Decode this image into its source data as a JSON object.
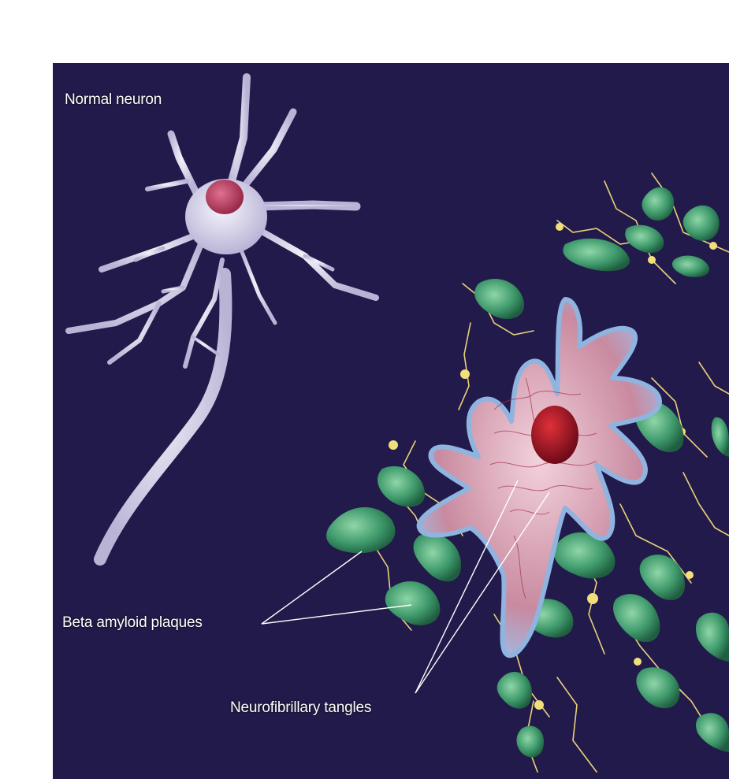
{
  "labels": {
    "normal_neuron": "Normal neuron",
    "beta_amyloid_plaques": "Beta amyloid plaques",
    "neurofibrillary_tangles": "Neurofibrillary tangles"
  },
  "colors": {
    "background": "#221a4a",
    "normal_neuron": "#dcd8ee",
    "nucleus": "#b03a5a",
    "diseased_cell": "#c9849a",
    "diseased_rim": "#8fb4e0",
    "plaque": "#3f9a6c",
    "fibers": "#e8d27a",
    "label_text": "#ffffff"
  }
}
